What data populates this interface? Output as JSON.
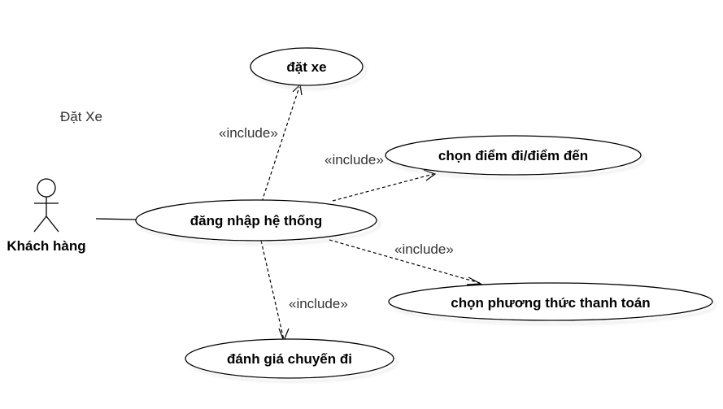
{
  "diagram": {
    "title": "Đặt Xe",
    "actor": {
      "name": "Khách hàng"
    },
    "use_cases": {
      "login": "đăng nhập hệ thống",
      "book": "đặt xe",
      "pick_points": "chọn điểm đi/điểm đến",
      "payment": "chọn phương thức thanh toán",
      "review": "đánh giá chuyến đi"
    },
    "relations": [
      {
        "from": "login",
        "to": "book",
        "label": "«include»"
      },
      {
        "from": "login",
        "to": "pick_points",
        "label": "«include»"
      },
      {
        "from": "login",
        "to": "payment",
        "label": "«include»"
      },
      {
        "from": "login",
        "to": "review",
        "label": "«include»"
      }
    ]
  },
  "colors": {
    "line": "#000000",
    "shadow": "#d9d9d9",
    "fill": "#ffffff"
  }
}
